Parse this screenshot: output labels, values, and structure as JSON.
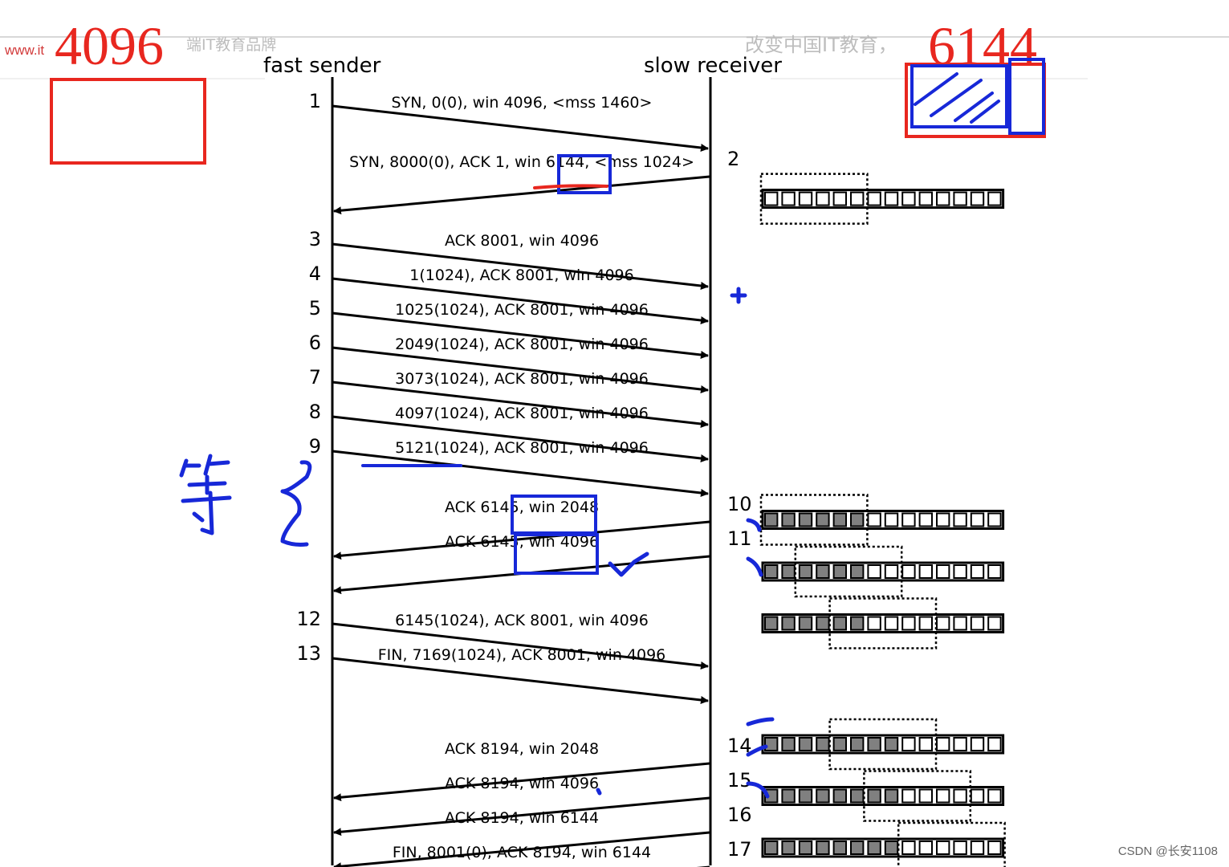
{
  "colors": {
    "line": "#000000",
    "red": "#e8271f",
    "blue": "#1728d8",
    "filled": "#808080",
    "watermark": "#bdbdbd"
  },
  "header": {
    "watermark_left": "www.it",
    "watermark_left_cn": "端IT教育品牌",
    "watermark_right": "改变中国IT教育，",
    "annot_left": "4096",
    "annot_right": "6144"
  },
  "columns": {
    "sender": "fast sender",
    "receiver": "slow receiver"
  },
  "step_labels_left": [
    {
      "text": "1",
      "row": 0
    },
    {
      "text": "3",
      "row": 4
    },
    {
      "text": "4",
      "row": 5
    },
    {
      "text": "5",
      "row": 6
    },
    {
      "text": "6",
      "row": 7
    },
    {
      "text": "7",
      "row": 8
    },
    {
      "text": "8",
      "row": 9
    },
    {
      "text": "9",
      "row": 10
    },
    {
      "text": "12",
      "row": 15
    },
    {
      "text": "13",
      "row": 16
    }
  ],
  "step_labels_right": [
    {
      "text": "2",
      "row": 2
    },
    {
      "text": "10",
      "row": 12
    },
    {
      "text": "11",
      "row": 13
    },
    {
      "text": "14",
      "row": 19
    },
    {
      "text": "15",
      "row": 20
    },
    {
      "text": "16",
      "row": 21
    },
    {
      "text": "17",
      "row": 22
    }
  ],
  "messages": [
    {
      "text": "SYN, 0(0), win 4096, <mss 1460>",
      "dir": "right",
      "start": 0,
      "end": 1
    },
    {
      "text": "SYN, 8000(0), ACK 1, win 6144, <mss 1024>",
      "dir": "left",
      "start": 2,
      "end": 3
    },
    {
      "text": "ACK 8001, win 4096",
      "dir": "right",
      "start": 4,
      "end": 5
    },
    {
      "text": "1(1024), ACK 8001, win 4096",
      "dir": "right",
      "start": 5,
      "end": 6
    },
    {
      "text": "1025(1024), ACK 8001, win 4096",
      "dir": "right",
      "start": 6,
      "end": 7
    },
    {
      "text": "2049(1024), ACK 8001, win 4096",
      "dir": "right",
      "start": 7,
      "end": 8
    },
    {
      "text": "3073(1024), ACK 8001, win 4096",
      "dir": "right",
      "start": 8,
      "end": 9
    },
    {
      "text": "4097(1024), ACK 8001, win 4096",
      "dir": "right",
      "start": 9,
      "end": 10
    },
    {
      "text": "5121(1024), ACK 8001, win 4096",
      "dir": "right",
      "start": 10,
      "end": 11
    },
    {
      "text": "ACK 6145, win 2048",
      "dir": "left",
      "start": 12,
      "end": 13
    },
    {
      "text": "ACK 6145, win 4096",
      "dir": "left",
      "start": 13,
      "end": 14
    },
    {
      "text": "6145(1024), ACK 8001, win 4096",
      "dir": "right",
      "start": 15,
      "end": 16
    },
    {
      "text": "FIN, 7169(1024), ACK 8001, win 4096",
      "dir": "right",
      "start": 16,
      "end": 17
    },
    {
      "text": "ACK 8194, win 2048",
      "dir": "left",
      "start": 19,
      "end": 20
    },
    {
      "text": "ACK 8194, win 4096",
      "dir": "left",
      "start": 20,
      "end": 21
    },
    {
      "text": "ACK 8194, win 6144",
      "dir": "left",
      "start": 21,
      "end": 22
    },
    {
      "text": "FIN, 8001(0), ACK 8194, win 6144",
      "dir": "left",
      "start": 22,
      "end": 23
    }
  ],
  "buffers": [
    {
      "row": 2.2,
      "filled": 0,
      "window_start": 0,
      "window_len": 6
    },
    {
      "row": 11.5,
      "filled": 6,
      "window_start": 0,
      "window_len": 6
    },
    {
      "row": 13.0,
      "filled": 6,
      "window_start": 2,
      "window_len": 6
    },
    {
      "row": 14.5,
      "filled": 6,
      "window_start": 4,
      "window_len": 6
    },
    {
      "row": 18.0,
      "filled": 8,
      "window_start": 4,
      "window_len": 6
    },
    {
      "row": 19.5,
      "filled": 8,
      "window_start": 6,
      "window_len": 6
    },
    {
      "row": 21.0,
      "filled": 8,
      "window_start": 8,
      "window_len": 6
    }
  ],
  "buffer_cells": 14,
  "footer": {
    "credit": "CSDN @长安1108"
  }
}
